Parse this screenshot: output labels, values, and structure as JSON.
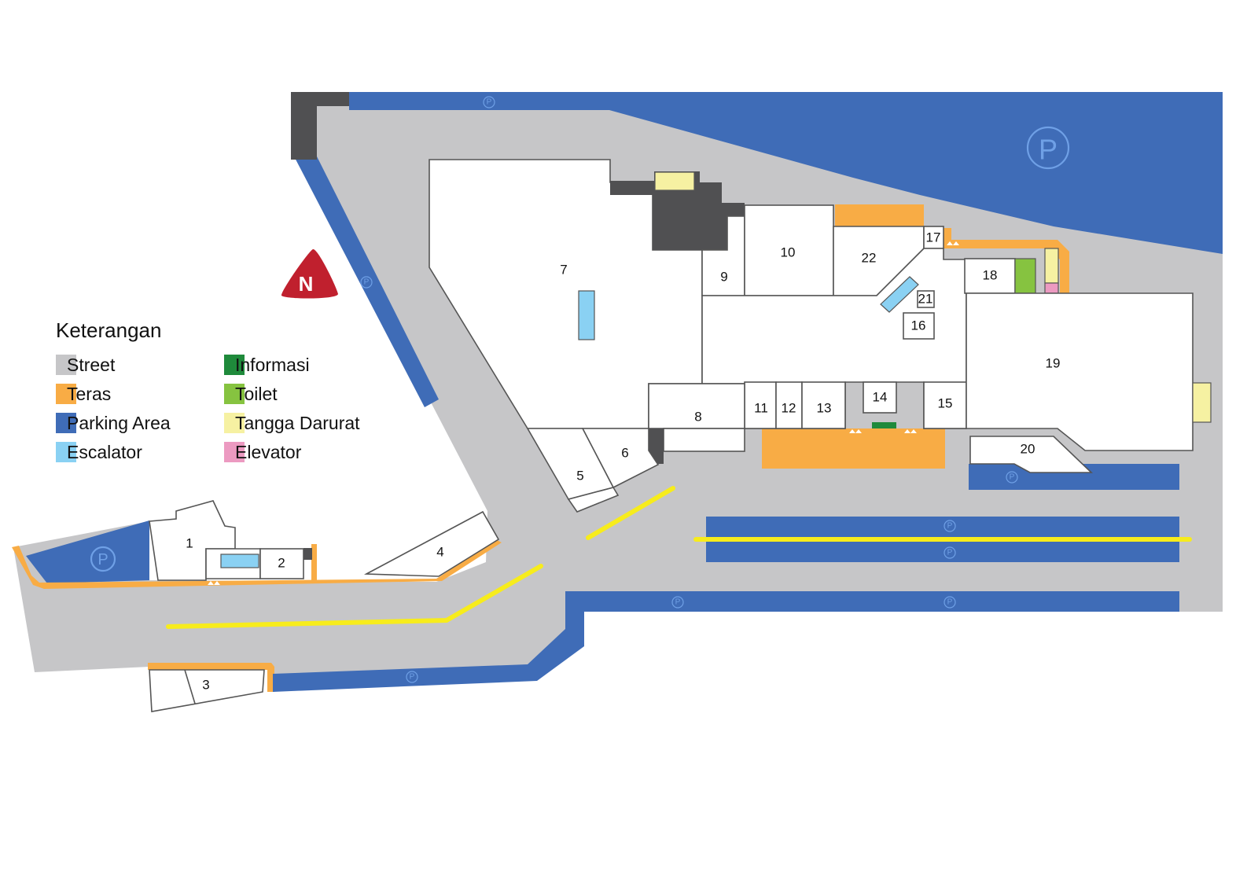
{
  "legend": {
    "title": "Keterangan",
    "items": [
      {
        "label": "Street",
        "color": "#c6c6c8"
      },
      {
        "label": "Informasi",
        "color": "#1f8a3b"
      },
      {
        "label": "Teras",
        "color": "#f8ac45"
      },
      {
        "label": "Toilet",
        "color": "#86c340"
      },
      {
        "label": "Parking Area",
        "color": "#3f6cb7"
      },
      {
        "label": "Tangga Darurat",
        "color": "#f6f1a2"
      },
      {
        "label": "Escalator",
        "color": "#8ad1f3"
      },
      {
        "label": "Elevator",
        "color": "#ec9ac1"
      }
    ]
  },
  "compass": {
    "label": "N",
    "color": "#c0202e"
  },
  "parking_symbol": "P",
  "units": [
    "1",
    "2",
    "3",
    "4",
    "5",
    "6",
    "7",
    "8",
    "9",
    "10",
    "11",
    "12",
    "13",
    "14",
    "15",
    "16",
    "17",
    "18",
    "19",
    "20",
    "21",
    "22"
  ],
  "colors": {
    "street": "#c6c6c8",
    "teras": "#f8ac45",
    "parking": "#3f6cb7",
    "escalator": "#8ad1f3",
    "informasi": "#1f8a3b",
    "toilet": "#86c340",
    "tangga_darurat": "#f6f1a2",
    "elevator": "#ec9ac1",
    "building_dark": "#505052",
    "road_line": "#f7ec1c"
  }
}
